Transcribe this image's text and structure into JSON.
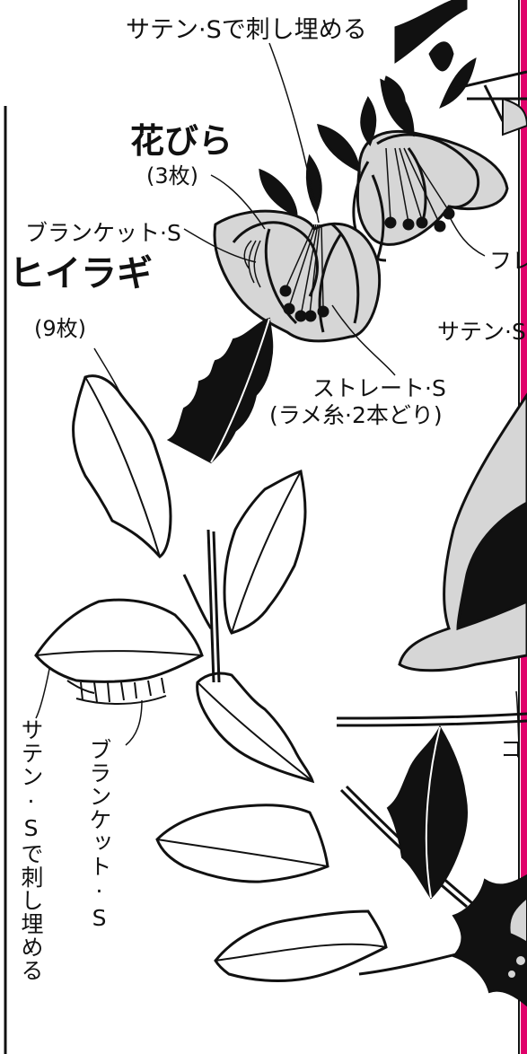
{
  "colors": {
    "ink": "#111111",
    "fill_gray": "#d6d6d6",
    "pink": "#e0006a"
  },
  "labels": {
    "top_satin": "サテン·Sで刺し埋める",
    "petals_title": "花びら",
    "petals_count": "(3枚)",
    "blanket_left": "ブランケット·S",
    "holly_title": "ヒイラギ",
    "holly_count": "(9枚)",
    "straight_stitch": "ストレート·S",
    "straight_note": "(ラメ糸·2本どり)",
    "french_cut": "フレ",
    "satin_cut": "サテン·S",
    "coral_cut": "コ",
    "vertical_satin": "サテン·Sで刺し埋める",
    "vertical_blanket": "ブランケット·S"
  }
}
